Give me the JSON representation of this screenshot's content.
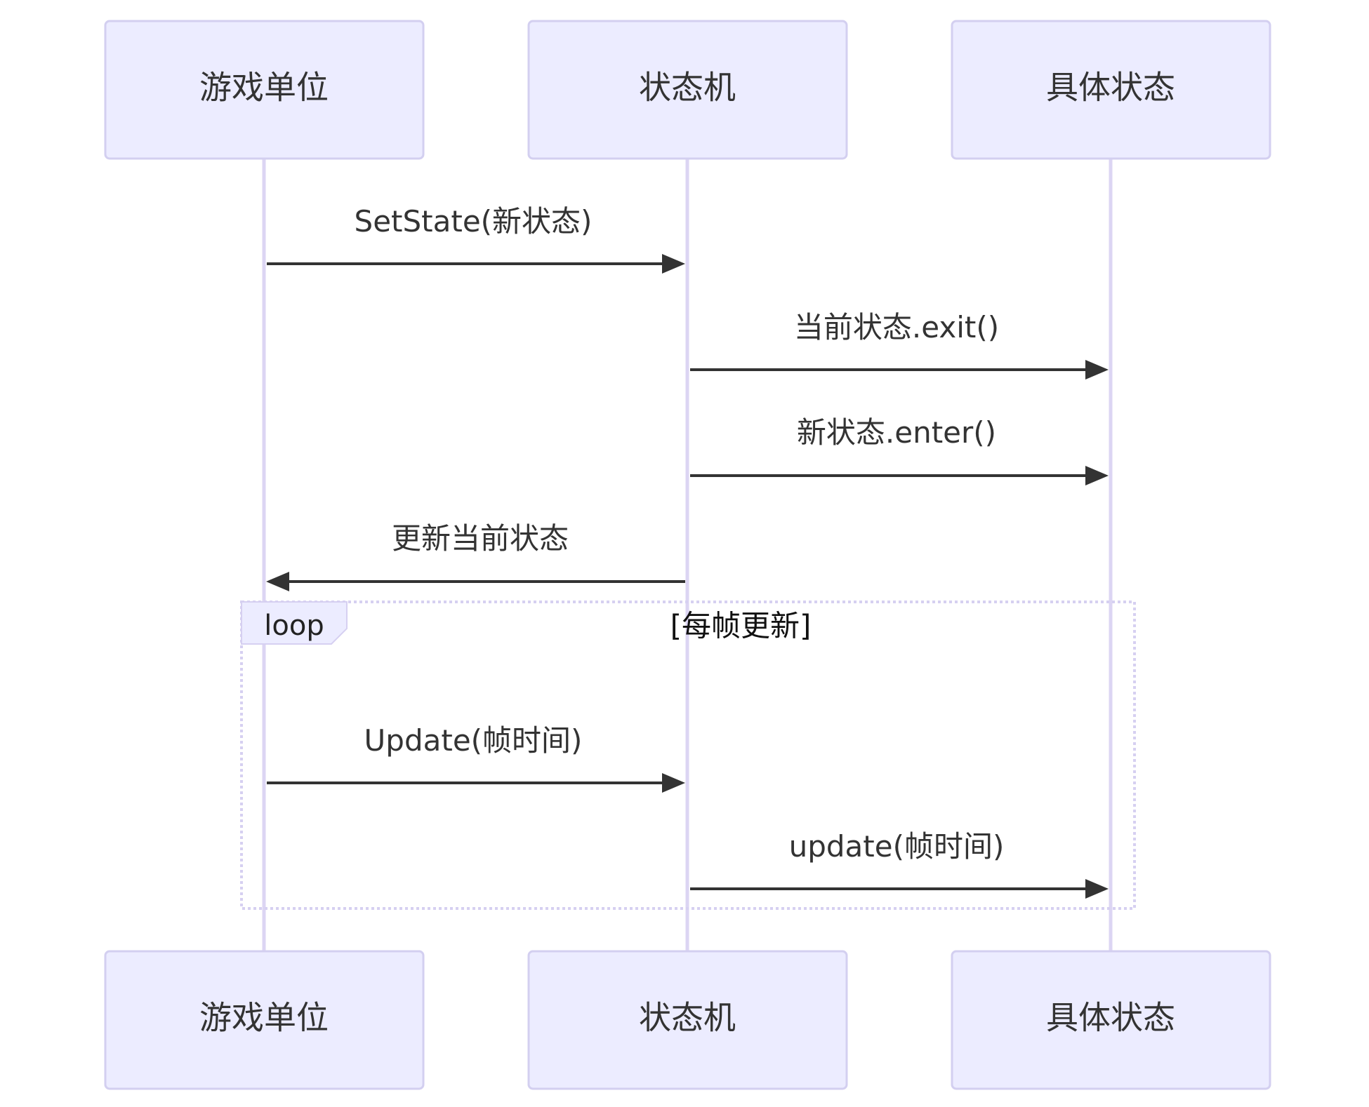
{
  "participants": [
    {
      "id": "unit",
      "label": "游戏单位"
    },
    {
      "id": "fsm",
      "label": "状态机"
    },
    {
      "id": "state",
      "label": "具体状态"
    }
  ],
  "messages": [
    {
      "from": "unit",
      "to": "fsm",
      "label": "SetState(新状态)"
    },
    {
      "from": "fsm",
      "to": "state",
      "label": "当前状态.exit()"
    },
    {
      "from": "fsm",
      "to": "state",
      "label": "新状态.enter()"
    },
    {
      "from": "fsm",
      "to": "unit",
      "label": "更新当前状态"
    },
    {
      "from": "unit",
      "to": "fsm",
      "label": "Update(帧时间)"
    },
    {
      "from": "fsm",
      "to": "state",
      "label": "update(帧时间)"
    }
  ],
  "loop": {
    "label": "loop",
    "condition": "[每帧更新]"
  },
  "colors": {
    "participant_fill": "#ECECFF",
    "participant_border": "#D3CFF0",
    "lifeline": "#DCD5F3",
    "arrow": "#333333",
    "loop_border": "#D6D0F1"
  }
}
